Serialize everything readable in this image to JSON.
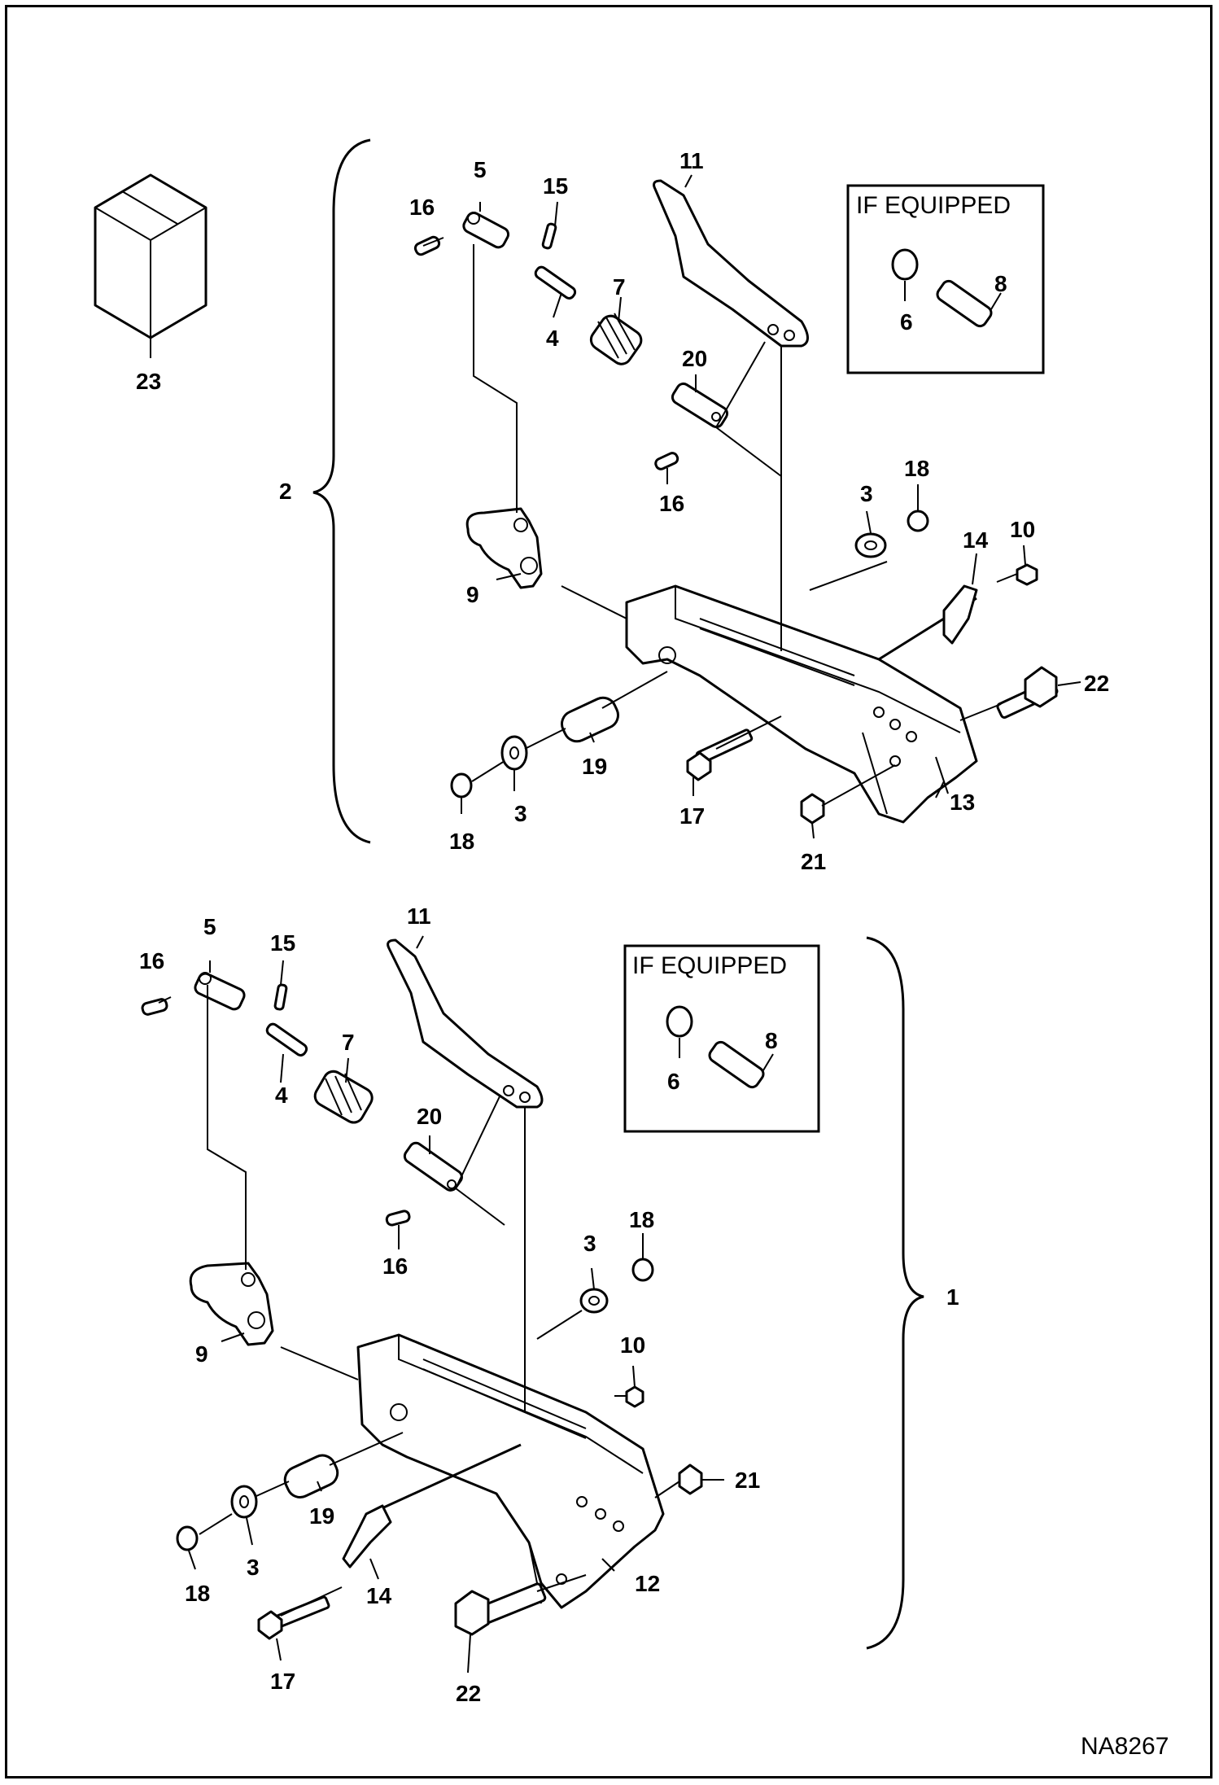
{
  "diagram": {
    "doc_id": "NA8267",
    "kit_label": "23",
    "assembly_upper": {
      "brace_label": "2",
      "frame_label": "13",
      "if_equipped": {
        "title": "IF EQUIPPED",
        "labels": [
          "6",
          "8"
        ]
      },
      "callouts": [
        "5",
        "16",
        "15",
        "11",
        "7",
        "4",
        "20",
        "16",
        "3",
        "18",
        "10",
        "14",
        "9",
        "22",
        "19",
        "17",
        "18",
        "3",
        "21"
      ]
    },
    "assembly_lower": {
      "brace_label": "1",
      "frame_label": "12",
      "if_equipped": {
        "title": "IF EQUIPPED",
        "labels": [
          "6",
          "8"
        ]
      },
      "callouts": [
        "5",
        "16",
        "15",
        "11",
        "7",
        "4",
        "20",
        "16",
        "3",
        "18",
        "9",
        "10",
        "21",
        "19",
        "18",
        "3",
        "14",
        "17",
        "22"
      ]
    }
  }
}
